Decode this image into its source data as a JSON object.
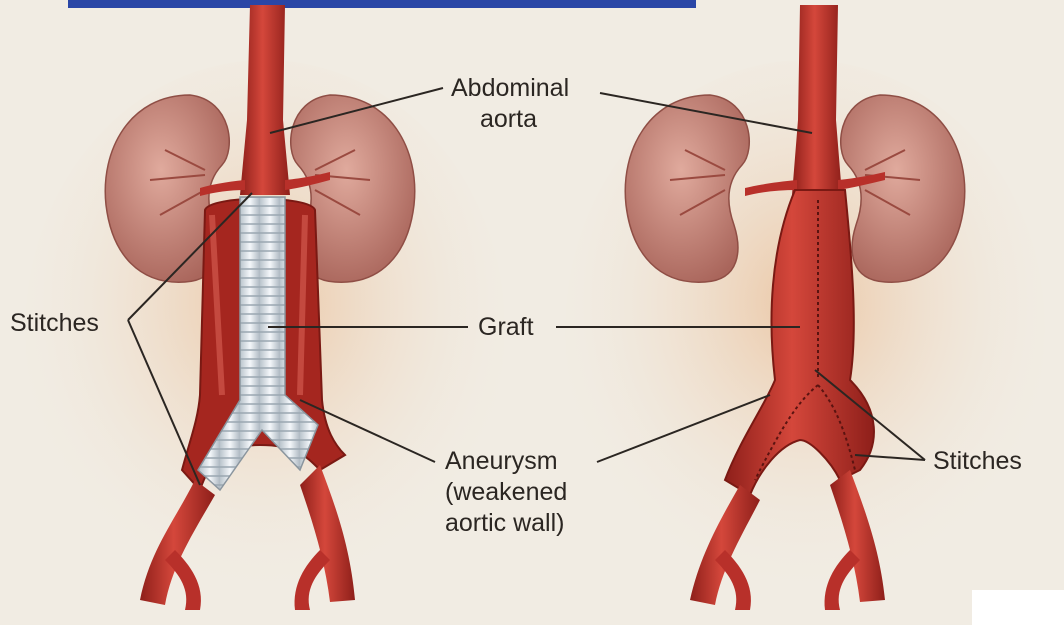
{
  "labels": {
    "abdominal_aorta_line1": "Abdominal",
    "abdominal_aorta_line2": "aorta",
    "stitches_left": "Stitches",
    "graft": "Graft",
    "aneurysm_line1": "Aneurysm",
    "aneurysm_line2": "(weakened",
    "aneurysm_line3": "aortic wall)",
    "stitches_right": "Stitches"
  },
  "colors": {
    "artery": "#c2352c",
    "artery_dark": "#8e1f1a",
    "kidney": "#c98b80",
    "graft": "#e6ecf1",
    "background": "#f1ece3",
    "text": "#2b2622"
  }
}
